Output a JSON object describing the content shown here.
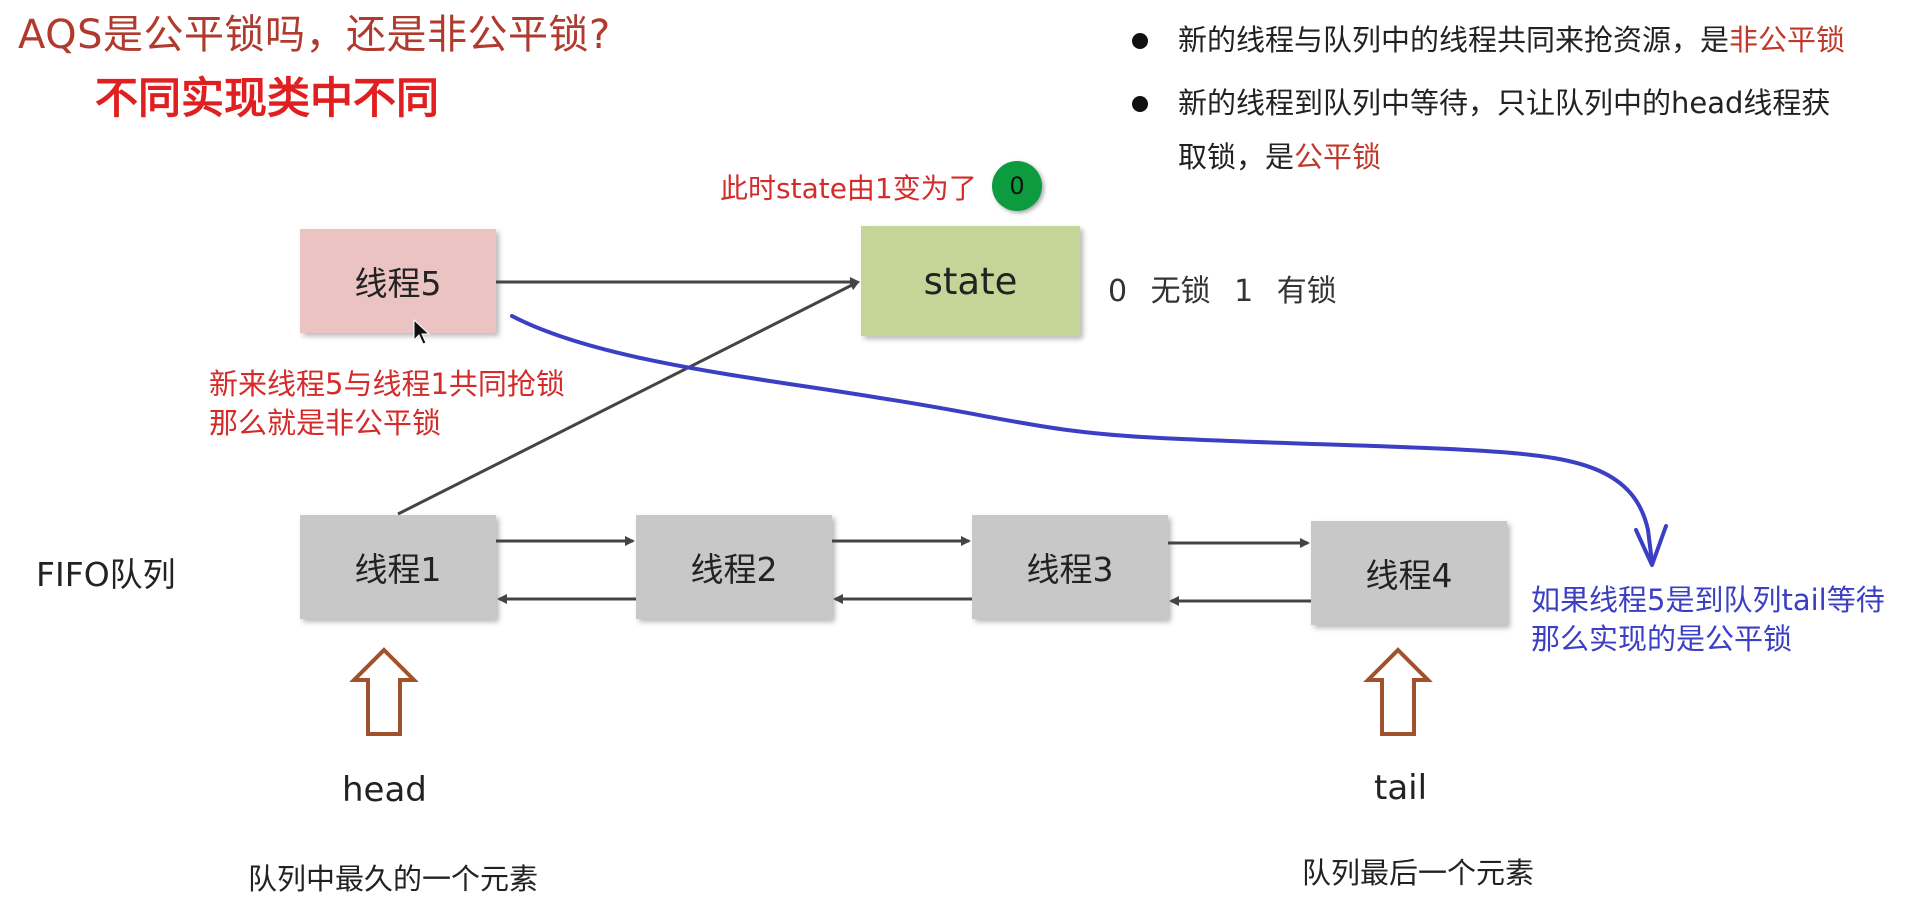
{
  "title": "AQS是公平锁吗，还是非公平锁?",
  "subtitle": "不同实现类中不同",
  "bullets": [
    {
      "text": "新的线程与队列中的线程共同来抢资源，是",
      "highlight": "非公平锁"
    },
    {
      "line1": "新的线程到队列中等待，只让队列中的head线程获",
      "line2": "取锁，是",
      "highlight": "公平锁"
    }
  ],
  "state_note": "此时state由1变为了",
  "state_badge": "0",
  "new_thread": "线程5",
  "state_box": "state",
  "state_legend": "0 无锁 1 有锁",
  "nonfair_note": {
    "line1": "新来线程5与线程1共同抢锁",
    "line2": "那么就是非公平锁"
  },
  "fair_note": {
    "line1": "如果线程5是到队列tail等待",
    "line2": "那么实现的是公平锁"
  },
  "fifo_label": "FIFO队列",
  "queue": [
    "线程1",
    "线程2",
    "线程3",
    "线程4"
  ],
  "head": {
    "label": "head",
    "desc": "队列中最久的一个元素"
  },
  "tail": {
    "label": "tail",
    "desc": "队列最后一个元素"
  },
  "colors": {
    "title": "#b03a2e",
    "subtitle": "#e02020",
    "highlight": "#c0392b",
    "note_red": "#d42b2b",
    "note_blue": "#3b3fc4",
    "thread5_box": "#ebc3c2",
    "state_box": "#c4d597",
    "queue_box": "#c8c8c8",
    "badge": "#0c9b3f",
    "pointer_arrow": "#a0522d"
  }
}
